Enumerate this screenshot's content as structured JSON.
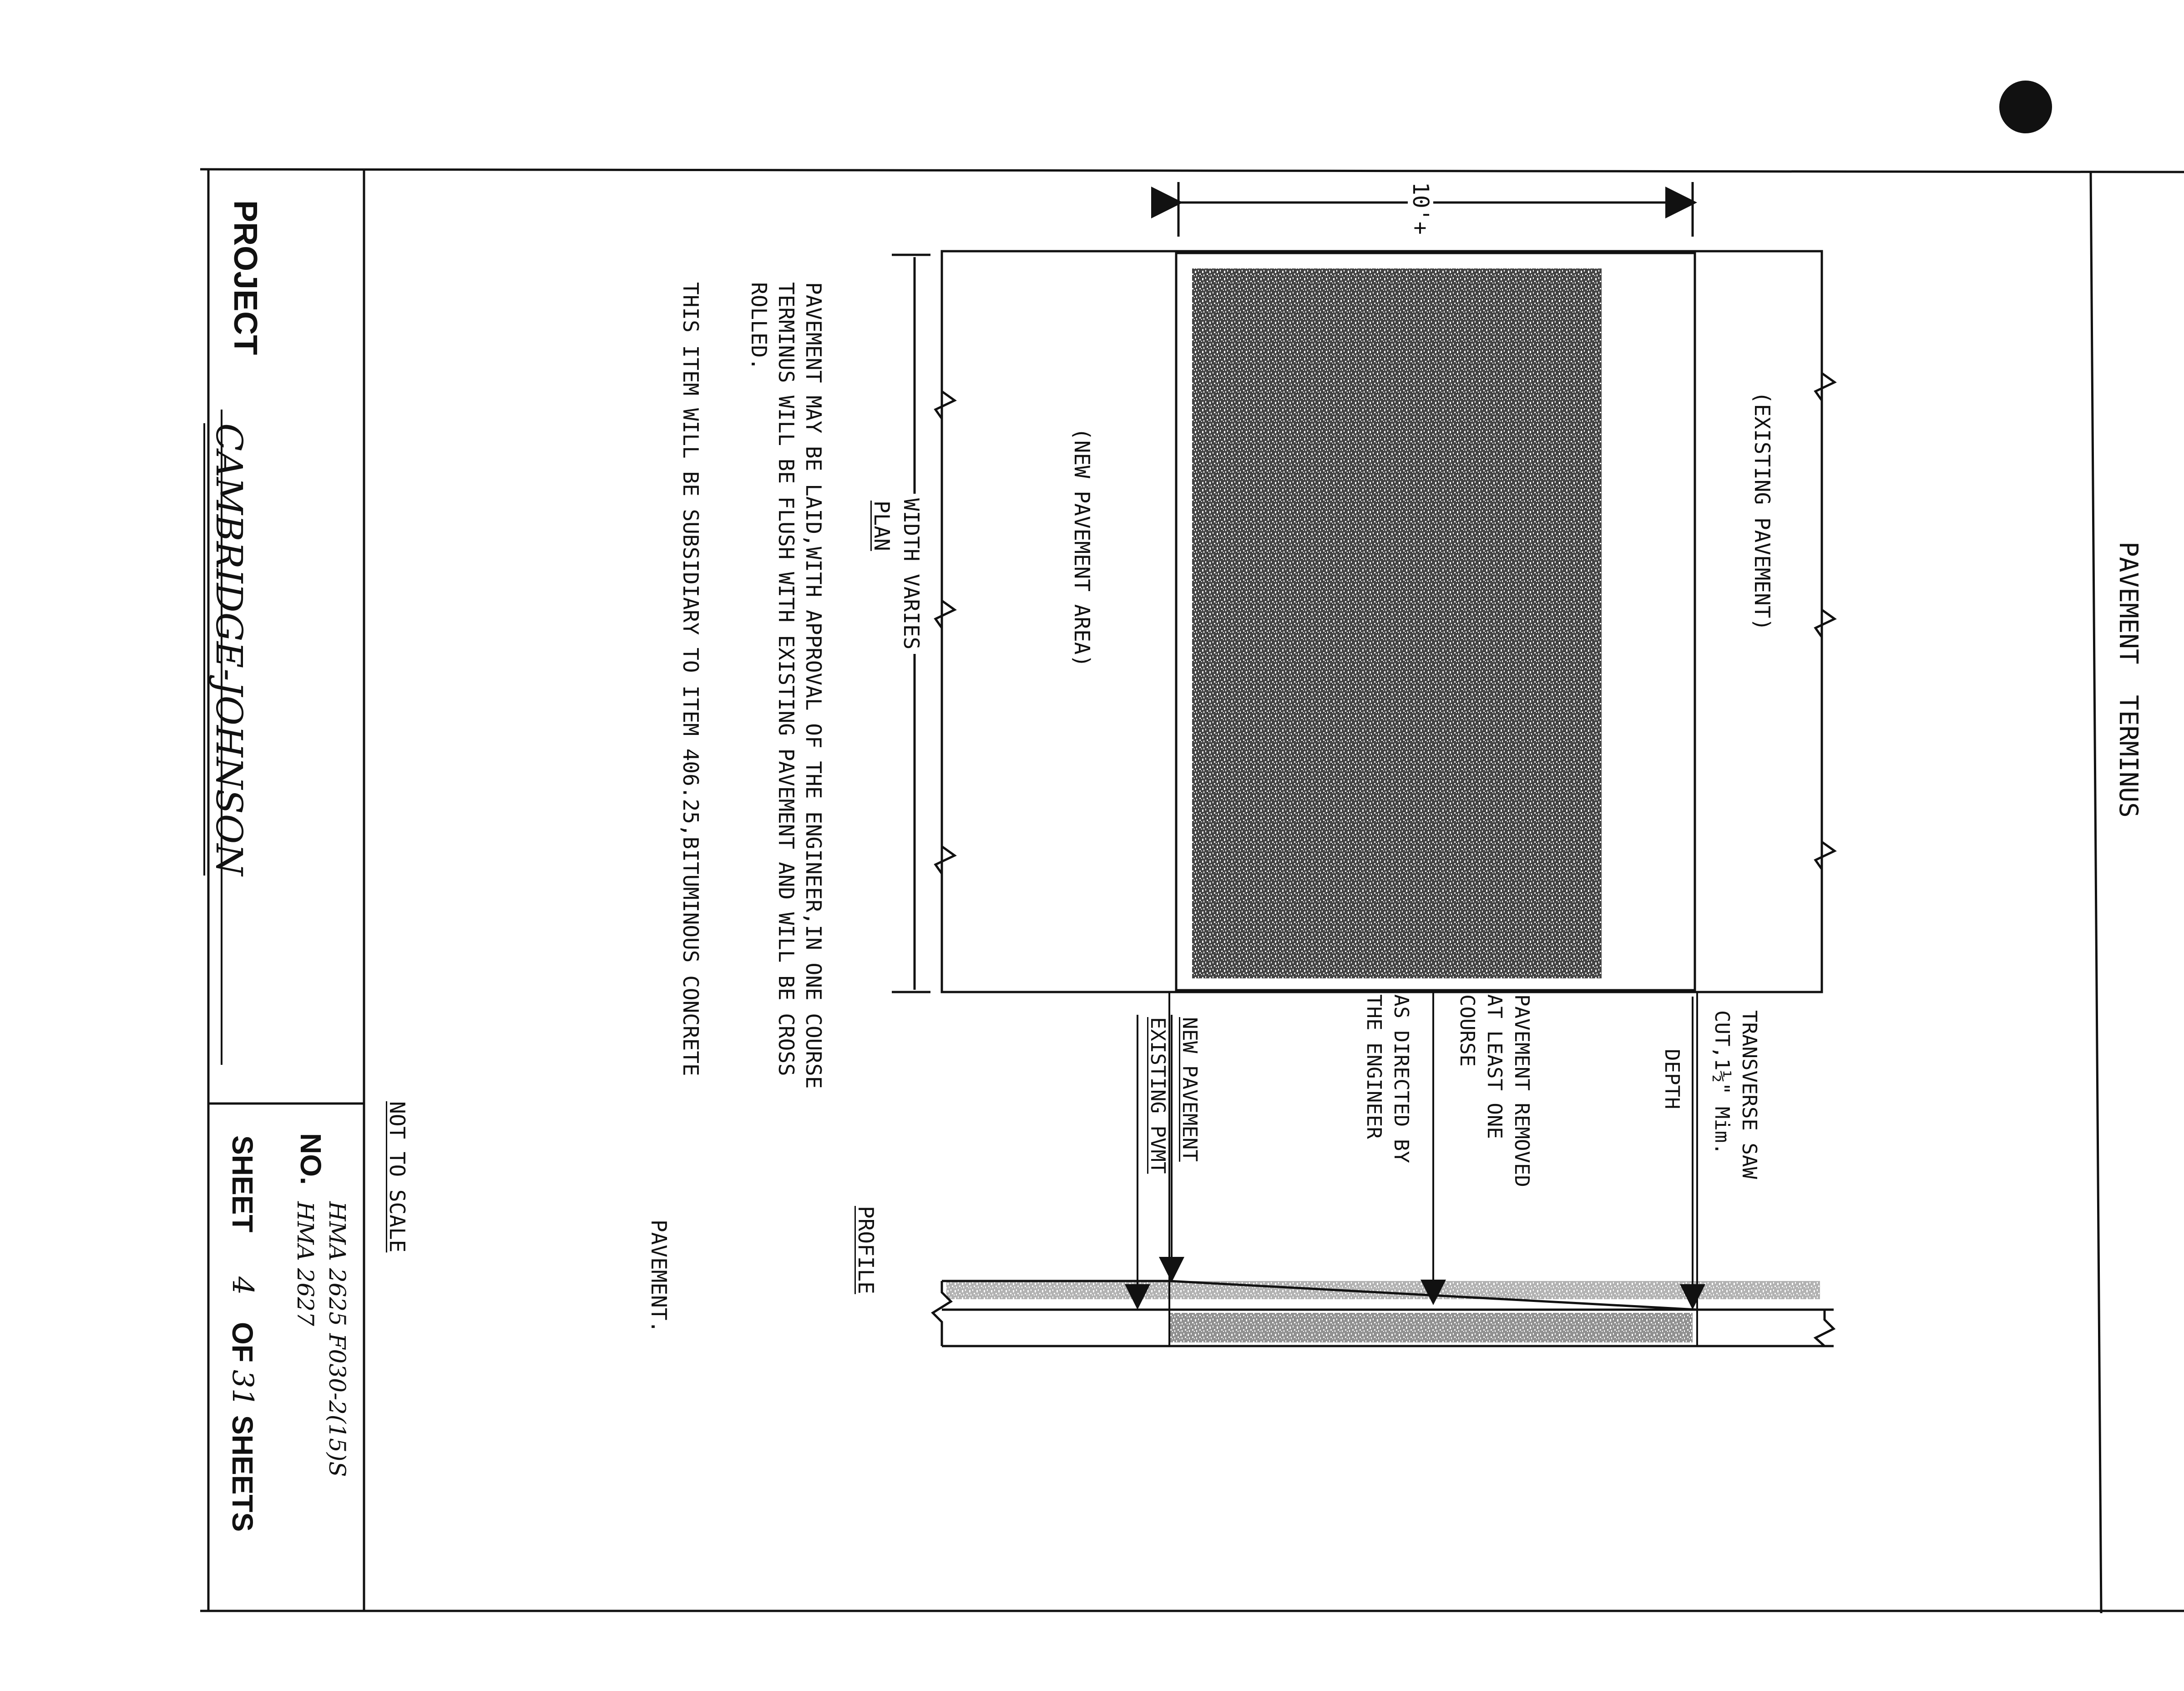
{
  "sheet": {
    "title": "PAVEMENT  TERMINUS",
    "plan": {
      "existing_pavement_label": "(EXISTING PAVEMENT)",
      "new_pavement_area_label": "(NEW PAVEMENT AREA)",
      "width_label": "WIDTH VARIES",
      "plan_label": "PLAN",
      "dimension_label": "10'+"
    },
    "profile": {
      "profile_label": "PROFILE",
      "saw_cut_lines": [
        "TRANSVERSE SAW",
        "CUT,1½\" Mim.",
        "DEPTH"
      ],
      "removed_lines": [
        "PAVEMENT REMOVED",
        "AT LEAST ONE",
        "COURSE"
      ],
      "directed_lines": [
        "AS DIRECTED BY",
        "THE ENGINEER"
      ],
      "new_pavement_label": "NEW PAVEMENT",
      "existing_pvmt_label": "EXISTING PVMT"
    },
    "notes": [
      "PAVEMENT MAY BE LAID,WITH APPROVAL OF THE ENGINEER,IN ONE COURSE",
      "TERMINUS WILL BE FLUSH WITH EXISTING PAVEMENT AND WILL BE CROSS",
      "ROLLED.",
      "THIS ITEM WILL BE SUBSIDIARY TO ITEM 406.25,BITUMINOUS CONCRETE",
      "PAVEMENT."
    ],
    "not_to_scale": "NOT TO SCALE"
  },
  "title_block": {
    "project_label": "PROJECT",
    "project_name": "CAMBRIDGE-JOHNSON",
    "no_label": "NO.",
    "no_value_1": "HMA 2625 F030-2(15)S",
    "no_value_2": "HMA 2627",
    "sheet_label": "SHEET",
    "sheet_number": "4",
    "of_label": "OF",
    "total_sheets": "31",
    "sheets_label": "SHEETS"
  },
  "colors": {
    "ink": "#111111",
    "paper": "#ffffff"
  }
}
